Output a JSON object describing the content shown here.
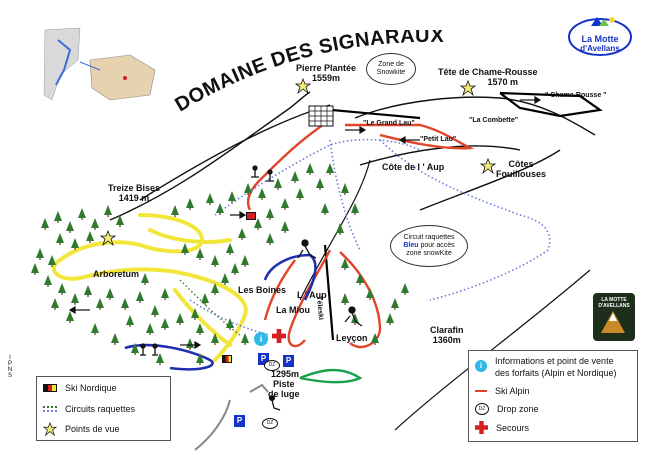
{
  "title": "DOMAINE DES SIGNARAUX",
  "brand_logo": {
    "line1": "La Motte",
    "line2": "d'Avellans"
  },
  "badge_logo": {
    "line1": "LA MOTTE",
    "line2": "D'AVELLANS"
  },
  "side_text": "IPNS",
  "peaks": [
    {
      "name": "Pierre Plantée",
      "alt": "1559m"
    },
    {
      "name": "Tête de Chame-Rousse",
      "alt": "1570 m"
    },
    {
      "name": "Côtes",
      "alt": "Fouillouses"
    },
    {
      "name": "Treize Bises",
      "alt": "1419 m"
    },
    {
      "name": "Clarafin",
      "alt": "1360m"
    }
  ],
  "places": {
    "cote_aup": "Côte de l ' Aup",
    "arboretum": "Arboretum",
    "les_boines": "Les Boines",
    "l_aup": "L ' Aup",
    "la_miou": "La Miou",
    "teleski": "Téleski",
    "leycon": "Leyçon",
    "alt_1295": "1295m",
    "piste_luge": "Piste\nde luge"
  },
  "runs": {
    "chame_rousse": "\" Chame-Rousse \"",
    "la_combette": "\"La Combette\"",
    "petit_lau": "\"Petit Lau\"",
    "grand_lau": "\"Le Grand Lau\""
  },
  "callouts": {
    "snowkite": {
      "line1": "Zone de",
      "line2": "Snowkite"
    },
    "raquettes": {
      "line1": "Circuit raquettes",
      "line2": "Bleu",
      "line3": "pour accès",
      "line4": "zone snowKite"
    }
  },
  "legend_left": [
    {
      "label": "Ski Nordique",
      "icon": "nordic-flag-icon"
    },
    {
      "label": "Circuits raquettes",
      "icon": "dotted-line-icon"
    },
    {
      "label": "Points de vue",
      "icon": "star-icon"
    }
  ],
  "legend_right": [
    {
      "label": "Informations et point de vente\ndes forfaits (Alpin et Nordique)",
      "icon": "info-icon"
    },
    {
      "label": "Ski Alpin",
      "icon": "red-line-icon"
    },
    {
      "label": "Drop zone",
      "icon": "dz-icon"
    },
    {
      "label": "Secours",
      "icon": "red-cross-icon"
    }
  ],
  "markers": {
    "info": "i",
    "parking": "P",
    "dz": "DZ"
  },
  "colors": {
    "alpine_run": "#e0452a",
    "nordic_yellow": "#f2e63a",
    "nordic_blue": "#1f2fb0",
    "snowshoe_dots": "#6b7bd9",
    "trees": "#2f7a2f",
    "lift": "#000000",
    "info": "#2fb8e8",
    "cross": "#d42020",
    "parking": "#1533c8"
  }
}
